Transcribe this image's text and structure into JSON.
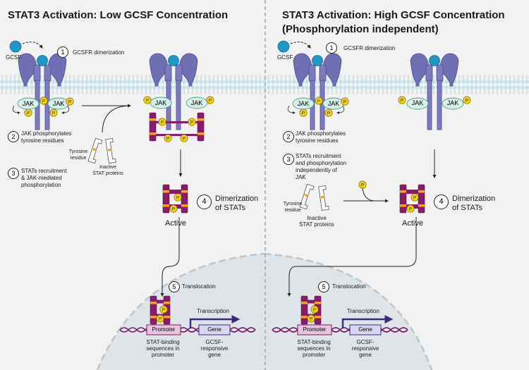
{
  "left_panel": {
    "title": "STAT3 Activation: Low GCSF Concentration",
    "gcsf_label": "GCSF",
    "step1_num": "1",
    "step1": "GCSFR dimerization",
    "jak_label": "JAK",
    "p_label": "P",
    "step2_num": "2",
    "step2_line1": "JAK phosphorylates",
    "step2_line2": "tyrosine residues",
    "tyrosine_line1": "Tyrosine",
    "tyrosine_line2": "residue",
    "inactive_line1": "Inactive",
    "inactive_line2": "STAT proteins",
    "step3_num": "3",
    "step3_line1": "STATs recruitment",
    "step3_line2": "& JAK-mediated",
    "step3_line3": "phosphorylation",
    "step4_num": "4",
    "step4_line1": "Dimerization",
    "step4_line2": "of STATs",
    "active_label": "Active",
    "step5_num": "5",
    "step5": "Translocation",
    "transcription": "Transcription",
    "promoter": "Promoter",
    "gene": "Gene",
    "promoter_desc_1": "STAT-binding",
    "promoter_desc_2": "sequences in",
    "promoter_desc_3": "promoter",
    "gene_desc_1": "GCSF-",
    "gene_desc_2": "responsive",
    "gene_desc_3": "gene"
  },
  "right_panel": {
    "title_line1": "STAT3 Activation: High GCSF Concentration",
    "title_line2": "(Phosphorylation independent)",
    "gcsf_label": "GCSF",
    "step1_num": "1",
    "step1": "GCSFR dimerization",
    "jak_label": "JAK",
    "p_label": "P",
    "step2_num": "2",
    "step2_line1": "JAK phosphorylates",
    "step2_line2": "tyrosine residues",
    "step3_num": "3",
    "step3_line1": "STATs recruitment",
    "step3_line2": "and  phosphorylation",
    "step3_line3": "independently of",
    "step3_line4": "JAK",
    "tyrosine_line1": "Tyrosine",
    "tyrosine_line2": "residue",
    "inactive_line1": "Inactive",
    "inactive_line2": "STAT proteins",
    "step4_num": "4",
    "step4_line1": "Dimerization",
    "step4_line2": "of STATs",
    "active_label": "Active",
    "step5_num": "5",
    "step5": "Translocation",
    "transcription": "Transcription",
    "promoter": "Promoter",
    "gene": "Gene",
    "promoter_desc_1": "STAT-binding",
    "promoter_desc_2": "sequences in",
    "promoter_desc_3": "promoter",
    "gene_desc_1": "GCSF-",
    "gene_desc_2": "responsive",
    "gene_desc_3": "gene"
  },
  "colors": {
    "receptor": "#6f6fb3",
    "receptor_dark": "#4b4b8f",
    "ligand": "#2196c9",
    "jak": "#d9efe9",
    "jak_stroke": "#4f9e8f",
    "phospho": "#f5d20a",
    "stat": "#8a1a6e",
    "stat_band": "#f4a424",
    "membrane_head": "#bde1e8",
    "nucleus": "#dfe4e8",
    "dna": "#7a1d6a",
    "gene_box": "#d9d6ef"
  }
}
